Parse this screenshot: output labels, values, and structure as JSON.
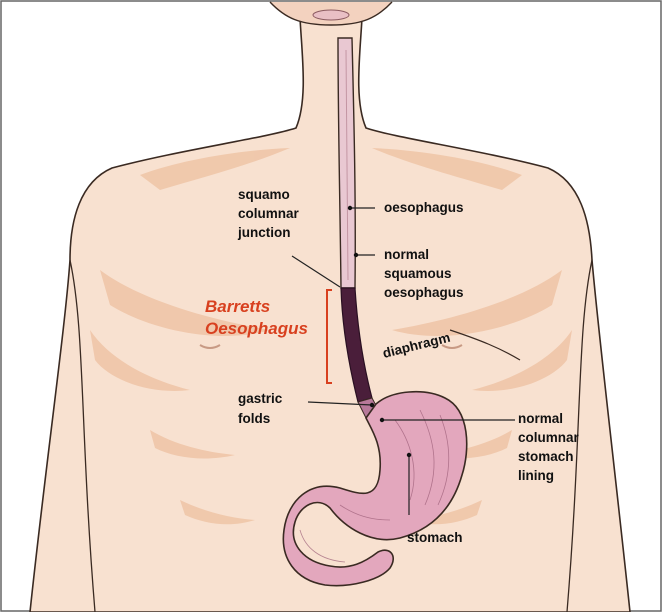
{
  "labels": {
    "squamo_columnar_junction": [
      "squamo",
      "columnar",
      "junction"
    ],
    "oesophagus": "oesophagus",
    "normal_squamous_oesophagus": [
      "normal",
      "squamous",
      "oesophagus"
    ],
    "barretts_oesophagus": [
      "Barretts",
      "Oesophagus"
    ],
    "diaphragm": "diaphragm",
    "gastric_folds": [
      "gastric",
      "folds"
    ],
    "normal_columnar_stomach_lining": [
      "normal",
      "columnar",
      "stomach",
      "lining"
    ],
    "stomach": "stomach"
  },
  "colors": {
    "skin": "#f8e1d0",
    "skin_shade": "#efc4a6",
    "outline": "#3a2a22",
    "oesophagus_normal": "#e9c8d2",
    "barretts_segment": "#4a1e3a",
    "stomach": "#e3a7bd",
    "barretts_text": "#d8401f",
    "bracket": "#d8401f"
  }
}
